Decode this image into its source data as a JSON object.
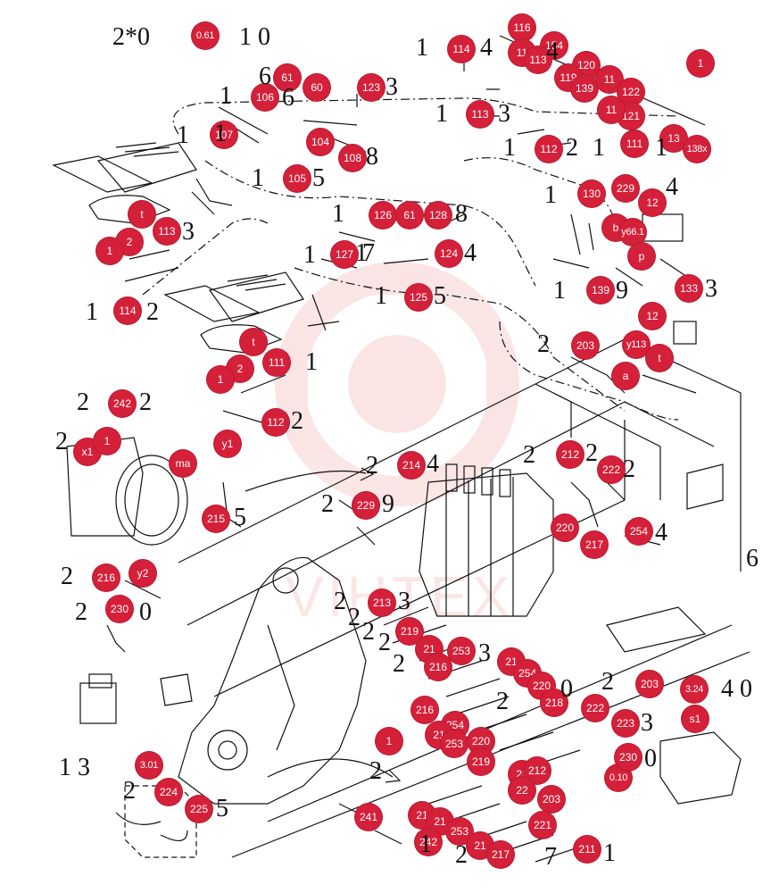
{
  "header": {
    "page_ref_text": "2*0",
    "page_ref_callout": "0.61",
    "page_ref_suffix": "1 0"
  },
  "refs": {
    "top_right_callout": "1",
    "bottom_left_prefix": "1 3",
    "bottom_left_callout": "3.01",
    "right_mid_callout": "3.24",
    "right_mid_suffix": "4 0",
    "lower_right_callout": "0.10"
  },
  "watermark": {
    "text": "VIHTEX",
    "color": "#e23a3a"
  },
  "colors": {
    "callout": "#d5203a",
    "line": "#111111",
    "background": "#ffffff"
  },
  "callouts": [
    {
      "id": "c116",
      "label": "116"
    },
    {
      "id": "c154",
      "label": "154"
    },
    {
      "id": "c11a",
      "label": "11"
    },
    {
      "id": "c113a",
      "label": "113"
    },
    {
      "id": "c120",
      "label": "120"
    },
    {
      "id": "c119",
      "label": "119"
    },
    {
      "id": "c139a",
      "label": "139"
    },
    {
      "id": "c11b",
      "label": "11"
    },
    {
      "id": "c122",
      "label": "122"
    },
    {
      "id": "c121",
      "label": "121"
    },
    {
      "id": "c11c",
      "label": "11"
    },
    {
      "id": "c111a",
      "label": "111"
    },
    {
      "id": "c13",
      "label": "13"
    },
    {
      "id": "c138",
      "label": "138x"
    },
    {
      "id": "c114a",
      "label": "114"
    },
    {
      "id": "c113b",
      "label": "113"
    },
    {
      "id": "c112a",
      "label": "112"
    },
    {
      "id": "c61a",
      "label": "61"
    },
    {
      "id": "c106",
      "label": "106"
    },
    {
      "id": "c60",
      "label": "60"
    },
    {
      "id": "c123",
      "label": "123"
    },
    {
      "id": "c107",
      "label": "107"
    },
    {
      "id": "c104",
      "label": "104"
    },
    {
      "id": "c108",
      "label": "108"
    },
    {
      "id": "c105",
      "label": "105"
    },
    {
      "id": "ct1",
      "label": "t"
    },
    {
      "id": "c113c",
      "label": "113"
    },
    {
      "id": "c2a",
      "label": "2"
    },
    {
      "id": "c1a",
      "label": "1"
    },
    {
      "id": "c114b",
      "label": "114"
    },
    {
      "id": "c126",
      "label": "126"
    },
    {
      "id": "c61b",
      "label": "61"
    },
    {
      "id": "c128",
      "label": "128"
    },
    {
      "id": "c127",
      "label": "127"
    },
    {
      "id": "c124",
      "label": "124"
    },
    {
      "id": "c125",
      "label": "125"
    },
    {
      "id": "c130",
      "label": "130"
    },
    {
      "id": "c229a",
      "label": "229"
    },
    {
      "id": "c12a",
      "label": "12"
    },
    {
      "id": "cb",
      "label": "b"
    },
    {
      "id": "c66",
      "label": "y66.1"
    },
    {
      "id": "cp",
      "label": "p"
    },
    {
      "id": "c139b",
      "label": "139"
    },
    {
      "id": "c133",
      "label": "133"
    },
    {
      "id": "ct2",
      "label": "t"
    },
    {
      "id": "c111b",
      "label": "111"
    },
    {
      "id": "c2b",
      "label": "2"
    },
    {
      "id": "c1b",
      "label": "1"
    },
    {
      "id": "c112b",
      "label": "112"
    },
    {
      "id": "c12b",
      "label": "12"
    },
    {
      "id": "c203a",
      "label": "203"
    },
    {
      "id": "cy113",
      "label": "y113"
    },
    {
      "id": "ct3",
      "label": "t"
    },
    {
      "id": "ca",
      "label": "a"
    },
    {
      "id": "c242a",
      "label": "242"
    },
    {
      "id": "cx1",
      "label": "x1"
    },
    {
      "id": "c1c",
      "label": "1"
    },
    {
      "id": "cma",
      "label": "ma"
    },
    {
      "id": "cy1",
      "label": "y1"
    },
    {
      "id": "c215",
      "label": "215"
    },
    {
      "id": "c214",
      "label": "214"
    },
    {
      "id": "c212a",
      "label": "212"
    },
    {
      "id": "c222a",
      "label": "222"
    },
    {
      "id": "c229b",
      "label": "229"
    },
    {
      "id": "c220a",
      "label": "220"
    },
    {
      "id": "c217a",
      "label": "217"
    },
    {
      "id": "c254a",
      "label": "254"
    },
    {
      "id": "c216a",
      "label": "216"
    },
    {
      "id": "cy2",
      "label": "y2"
    },
    {
      "id": "c230a",
      "label": "230"
    },
    {
      "id": "c213",
      "label": "213"
    },
    {
      "id": "c219a",
      "label": "219"
    },
    {
      "id": "c21a",
      "label": "21"
    },
    {
      "id": "c253a",
      "label": "253"
    },
    {
      "id": "c216b",
      "label": "216"
    },
    {
      "id": "c21b",
      "label": "21"
    },
    {
      "id": "c254b",
      "label": "254"
    },
    {
      "id": "c220b",
      "label": "220"
    },
    {
      "id": "c218",
      "label": "218"
    },
    {
      "id": "c203b",
      "label": "203"
    },
    {
      "id": "c222b",
      "label": "222"
    },
    {
      "id": "c223",
      "label": "223"
    },
    {
      "id": "cs1",
      "label": "s1"
    },
    {
      "id": "c216c",
      "label": "216"
    },
    {
      "id": "c254c",
      "label": "254"
    },
    {
      "id": "c21c",
      "label": "21"
    },
    {
      "id": "c253b",
      "label": "253"
    },
    {
      "id": "c220c",
      "label": "220"
    },
    {
      "id": "c219b",
      "label": "219"
    },
    {
      "id": "c22a",
      "label": "22"
    },
    {
      "id": "c212b",
      "label": "212"
    },
    {
      "id": "c230b",
      "label": "230"
    },
    {
      "id": "c22b",
      "label": "22"
    },
    {
      "id": "c203c",
      "label": "203"
    },
    {
      "id": "c1d",
      "label": "1"
    },
    {
      "id": "c224",
      "label": "224"
    },
    {
      "id": "c225",
      "label": "225"
    },
    {
      "id": "c241",
      "label": "241"
    },
    {
      "id": "c21d",
      "label": "21"
    },
    {
      "id": "c21e",
      "label": "21"
    },
    {
      "id": "c242b",
      "label": "242"
    },
    {
      "id": "c253c",
      "label": "253"
    },
    {
      "id": "c21f",
      "label": "21"
    },
    {
      "id": "c217b",
      "label": "217"
    },
    {
      "id": "c221",
      "label": "221"
    },
    {
      "id": "c211",
      "label": "211"
    }
  ],
  "numerals": [
    {
      "id": "n1",
      "text": "1"
    },
    {
      "id": "n2",
      "text": "4"
    },
    {
      "id": "n3",
      "text": "6"
    },
    {
      "id": "n4",
      "text": "6"
    },
    {
      "id": "n5",
      "text": "3"
    },
    {
      "id": "n6",
      "text": "1"
    },
    {
      "id": "n7",
      "text": "1"
    },
    {
      "id": "n8",
      "text": "8"
    },
    {
      "id": "n9",
      "text": "1"
    },
    {
      "id": "n10",
      "text": "5"
    },
    {
      "id": "n11",
      "text": "1"
    },
    {
      "id": "n12",
      "text": "3"
    },
    {
      "id": "n13",
      "text": "1"
    },
    {
      "id": "n14",
      "text": "3"
    },
    {
      "id": "n15",
      "text": "1"
    },
    {
      "id": "n16",
      "text": "4"
    },
    {
      "id": "n17",
      "text": "1"
    },
    {
      "id": "n18",
      "text": "2"
    },
    {
      "id": "n19",
      "text": "1"
    },
    {
      "id": "n20",
      "text": "1"
    },
    {
      "id": "n21",
      "text": "1"
    },
    {
      "id": "n22",
      "text": "8"
    },
    {
      "id": "n23",
      "text": "1"
    },
    {
      "id": "n24",
      "text": "7"
    },
    {
      "id": "n25",
      "text": "4"
    },
    {
      "id": "n26",
      "text": "1"
    },
    {
      "id": "n27",
      "text": "5"
    },
    {
      "id": "n28",
      "text": "1"
    },
    {
      "id": "n29",
      "text": "9"
    },
    {
      "id": "n30",
      "text": "3"
    },
    {
      "id": "n31",
      "text": "1"
    },
    {
      "id": "n32",
      "text": "4"
    },
    {
      "id": "n33",
      "text": "1"
    },
    {
      "id": "n34",
      "text": "2"
    },
    {
      "id": "n35",
      "text": "1"
    },
    {
      "id": "n36",
      "text": "2"
    },
    {
      "id": "n37",
      "text": "2"
    },
    {
      "id": "n38",
      "text": "2"
    },
    {
      "id": "n39",
      "text": "2"
    },
    {
      "id": "n40",
      "text": "5"
    },
    {
      "id": "n41",
      "text": "2"
    },
    {
      "id": "n42",
      "text": "4"
    },
    {
      "id": "n43",
      "text": "2"
    },
    {
      "id": "n44",
      "text": "2"
    },
    {
      "id": "n45",
      "text": "2"
    },
    {
      "id": "n46",
      "text": "9"
    },
    {
      "id": "n47",
      "text": "2"
    },
    {
      "id": "n48",
      "text": "2"
    },
    {
      "id": "n49",
      "text": "4"
    },
    {
      "id": "n50",
      "text": "2"
    },
    {
      "id": "n51",
      "text": "2"
    },
    {
      "id": "n52",
      "text": "0"
    },
    {
      "id": "n53",
      "text": "2"
    },
    {
      "id": "n54",
      "text": "2"
    },
    {
      "id": "n55",
      "text": "2"
    },
    {
      "id": "n56",
      "text": "3"
    },
    {
      "id": "n57",
      "text": "2"
    },
    {
      "id": "n58",
      "text": "2"
    },
    {
      "id": "n59",
      "text": "3"
    },
    {
      "id": "n60",
      "text": "0"
    },
    {
      "id": "n61",
      "text": "2"
    },
    {
      "id": "n62",
      "text": "3"
    },
    {
      "id": "n63",
      "text": "0"
    },
    {
      "id": "n64",
      "text": "2"
    },
    {
      "id": "n65",
      "text": "2"
    },
    {
      "id": "n66",
      "text": "1"
    },
    {
      "id": "n67",
      "text": "2"
    },
    {
      "id": "n68",
      "text": "5"
    },
    {
      "id": "n69",
      "text": "2"
    },
    {
      "id": "n70",
      "text": "7"
    },
    {
      "id": "n71",
      "text": "1"
    },
    {
      "id": "n72",
      "text": "6"
    }
  ]
}
